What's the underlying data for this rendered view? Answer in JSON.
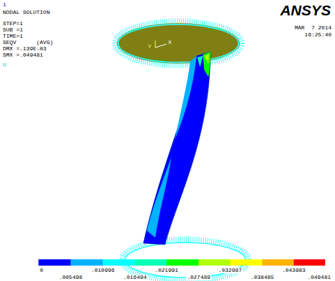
{
  "diagram": {
    "labels": [
      "1",
      "NODAL SOLUTION",
      "STEP=1",
      "SUB =1",
      "TIME=1",
      "SEQV      (AVG)",
      "DMX =.139E-03",
      "SMX =.049481",
      "U",
      "ANSYS",
      "MAR  7 2014",
      "16:25:40",
      "Y",
      "X",
      "0",
      ".005498",
      ".010996",
      ".016494",
      ".021991",
      ".027489",
      ".032987",
      ".038485",
      ".043983",
      ".049481"
    ]
  }
}
